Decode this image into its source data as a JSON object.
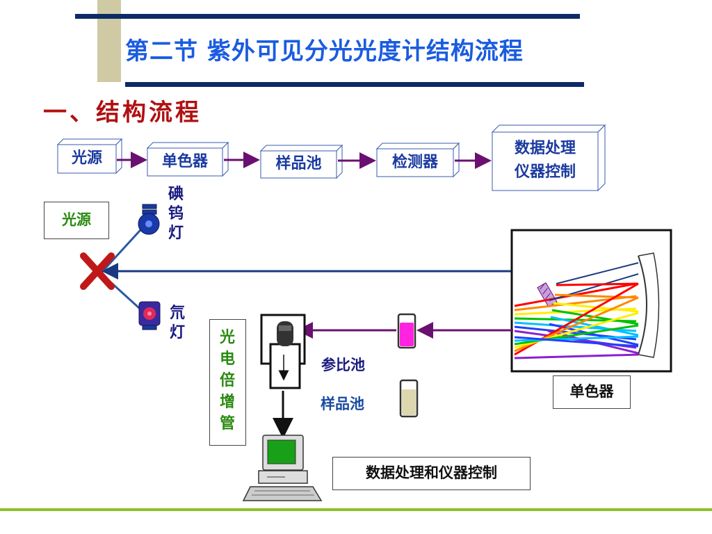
{
  "slide": {
    "title": "第二节  紫外可见分光光度计结构流程",
    "subtitle": "一、结构流程"
  },
  "flow": {
    "steps": [
      "光源",
      "单色器",
      "样品池",
      "检测器"
    ],
    "last_step": [
      "数据处理",
      "仪器控制"
    ]
  },
  "schematic": {
    "source_label": "光源",
    "tungsten_lamp": [
      "碘",
      "钨",
      "灯"
    ],
    "deuterium_lamp": [
      "氘",
      "灯"
    ],
    "pmt": [
      "光",
      "电",
      "倍",
      "增",
      "管"
    ],
    "reference_cell": "参比池",
    "sample_cell": "样品池",
    "monochromator": "单色器",
    "data_processing": "数据处理和仪器控制"
  },
  "colors": {
    "title": "#1a5ce0",
    "subtitle": "#b01010",
    "flow_text": "#1a3aa0",
    "arrow": "#6a1070",
    "green_text": "#2a8a10",
    "navy_text": "#1a1a80",
    "footer_line": "#8cbf26"
  }
}
